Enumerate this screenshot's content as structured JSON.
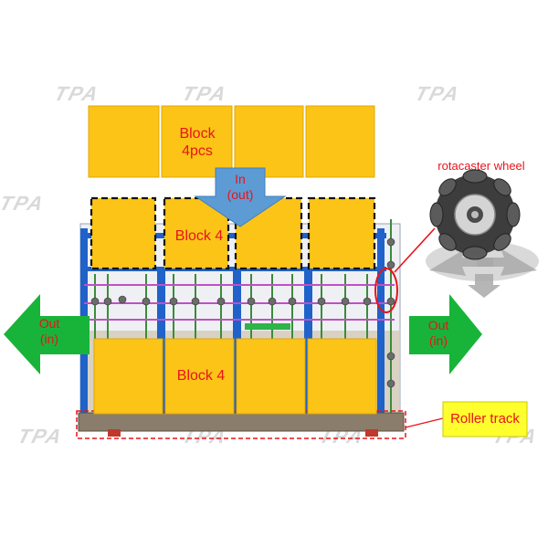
{
  "labels": {
    "top_blocks": "Block\n4pcs",
    "entry_arrow": "In\n(out)",
    "middle_blocks": "Block 4",
    "lower_blocks": "Block 4",
    "left_arrow": "Out\n(in)",
    "right_arrow": "Out\n(in)",
    "wheel": "rotacaster wheel",
    "roller_track": "Roller track"
  },
  "watermark": "TPA",
  "colors": {
    "block": "#fbc417",
    "block_border": "#e0a800",
    "arrow_green": "#18b43a",
    "arrow_blue": "#5d9bd5",
    "frame_blue": "#1f62c9",
    "callout_red": "#e8141b",
    "label_yellow": "#ffff2e",
    "rail_purple": "#c04fc6",
    "base_brown": "#8b7d6b"
  }
}
